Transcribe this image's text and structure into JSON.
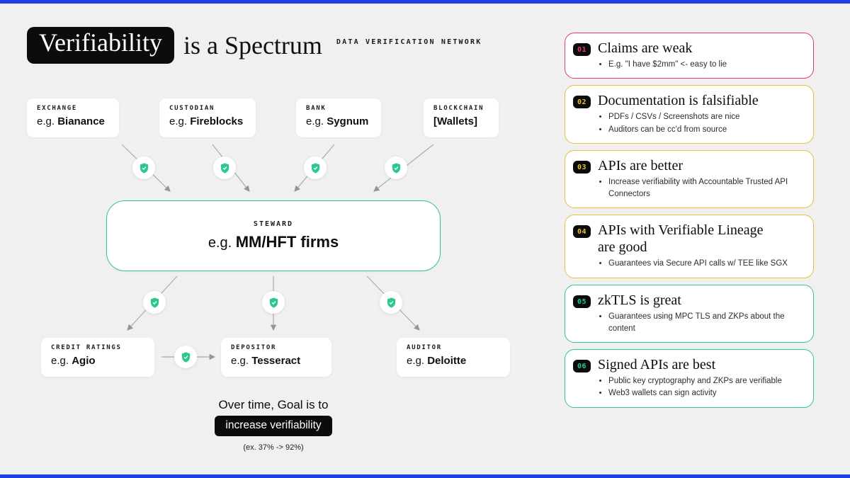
{
  "header": {
    "title_highlight": "Verifiability",
    "title_rest": "is a Spectrum",
    "network_label": "DATA VERIFICATION NETWORK"
  },
  "flow": {
    "sources": [
      {
        "category": "EXCHANGE",
        "prefix": "e.g.",
        "name": "Bianance"
      },
      {
        "category": "CUSTODIAN",
        "prefix": "e.g.",
        "name": "Fireblocks"
      },
      {
        "category": "BANK",
        "prefix": "e.g.",
        "name": "Sygnum"
      },
      {
        "category": "BLOCKCHAIN",
        "prefix": "",
        "name": "[Wallets]"
      }
    ],
    "steward": {
      "category": "STEWARD",
      "prefix": "e.g.",
      "name": "MM/HFT firms"
    },
    "sinks": [
      {
        "category": "CREDIT RATINGS",
        "prefix": "e.g.",
        "name": "Agio"
      },
      {
        "category": "DEPOSITOR",
        "prefix": "e.g.",
        "name": "Tesseract"
      },
      {
        "category": "AUDITOR",
        "prefix": "e.g.",
        "name": "Deloitte"
      }
    ],
    "goal": {
      "line": "Over time, Goal is to",
      "pill": "increase verifiability",
      "note": "(ex. 37% -> 92%)"
    }
  },
  "spectrum": {
    "cards": [
      {
        "number": "01",
        "color": "#e23a76",
        "title": "Claims are weak",
        "bullets": [
          "E.g. \"I have $2mm\" <- easy to lie"
        ]
      },
      {
        "number": "02",
        "color": "#e7c03c",
        "title": "Documentation is falsifiable",
        "bullets": [
          "PDFs / CSVs / Screenshots are nice",
          "Auditors can be cc'd from source"
        ]
      },
      {
        "number": "03",
        "color": "#e7c03c",
        "title": "APIs are better",
        "bullets": [
          "Increase verifiability with Accountable Trusted API Connectors"
        ]
      },
      {
        "number": "04",
        "color": "#e7c03c",
        "title": "APIs with Verifiable Lineage are good",
        "bullets": [
          "Guarantees via Secure API calls w/ TEE like SGX"
        ]
      },
      {
        "number": "05",
        "color": "#2ec78e",
        "title": "zkTLS is great",
        "bullets": [
          "Guarantees using MPC TLS and ZKPs about the content"
        ]
      },
      {
        "number": "06",
        "color": "#2ec78e",
        "title": "Signed APIs are best",
        "bullets": [
          "Public key cryptography and ZKPs are verifiable",
          "Web3 wallets can sign activity"
        ]
      }
    ]
  },
  "icons": {
    "shield": "shield-icon"
  },
  "colors": {
    "accent_green": "#2ec78e",
    "edge_blue": "#1d3fe3",
    "background": "#f0f0f1",
    "black": "#0c0c0c",
    "card_pink": "#e23a76",
    "card_yellow": "#e7c03c",
    "card_green": "#2ec78e"
  }
}
